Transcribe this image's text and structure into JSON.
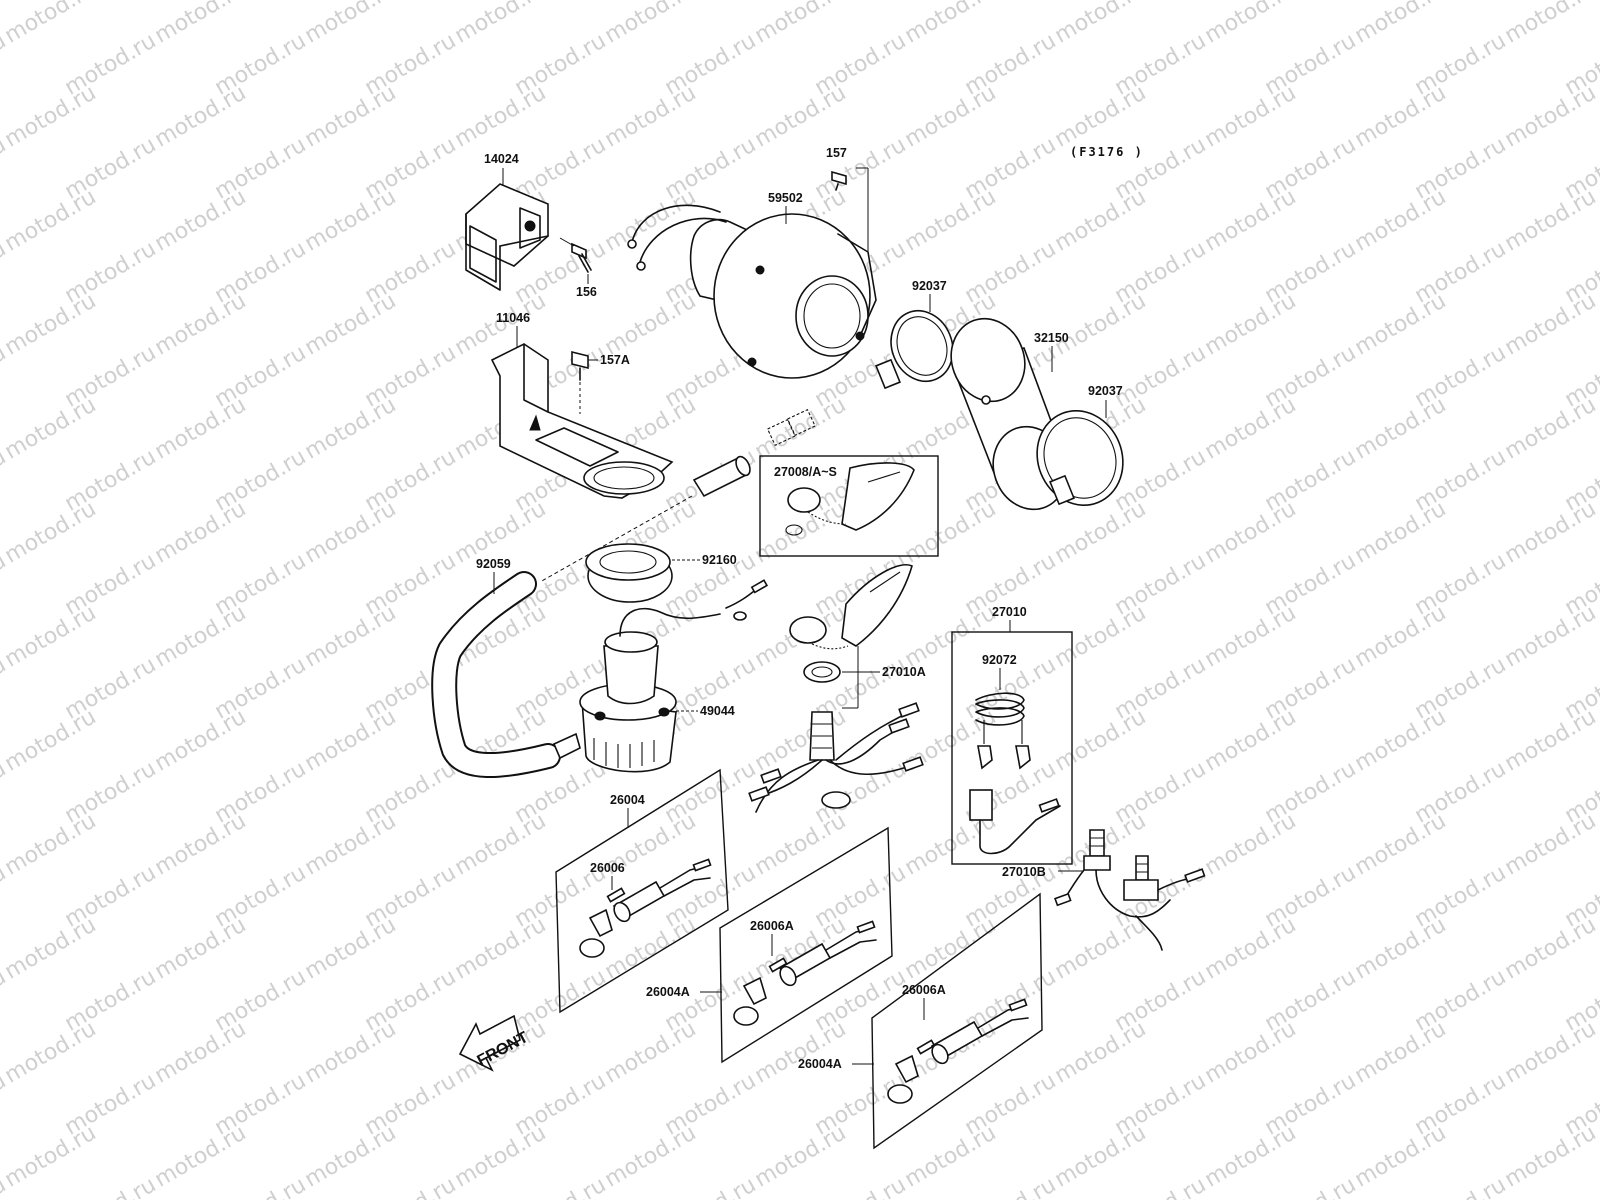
{
  "diagram_code": "(F3176 )",
  "watermark": "motod.ru",
  "front_label": "FRONT",
  "parts": {
    "p14024": "14024",
    "p156": "156",
    "p157": "157",
    "p59502": "59502",
    "p92037a": "92037",
    "p32150": "32150",
    "p92037b": "92037",
    "p11046": "11046",
    "p157A": "157A",
    "p27008": "27008/A~S",
    "p92059": "92059",
    "p92160": "92160",
    "p49044": "49044",
    "p27010": "27010",
    "p92072": "92072",
    "p27010A": "27010A",
    "p27010B": "27010B",
    "p26004": "26004",
    "p26006": "26006",
    "p26006A_1": "26006A",
    "p26004A_1": "26004A",
    "p26006A_2": "26006A",
    "p26004A_2": "26004A"
  }
}
